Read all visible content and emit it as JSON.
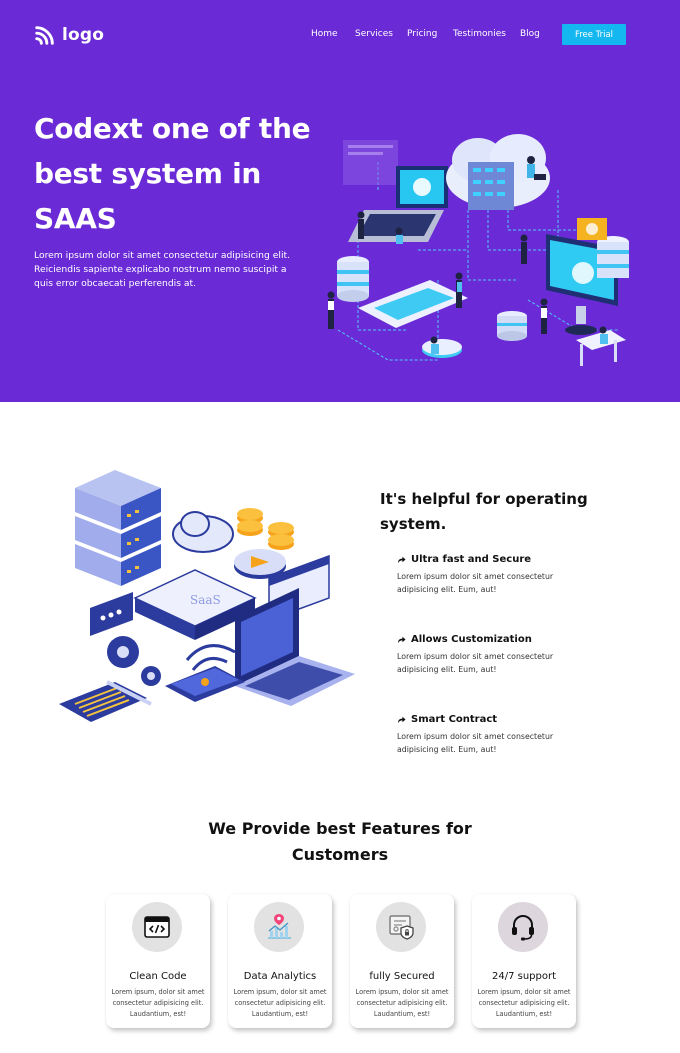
{
  "nav": {
    "logo_text": "logo",
    "links": [
      "Home",
      "Services",
      "Pricing",
      "Testimonies",
      "Blog"
    ],
    "cta": "Free Trial"
  },
  "hero": {
    "title": "Codext one of the best system in SAAS",
    "description": "Lorem ipsum dolor sit amet consectetur adipisicing elit. Reiciendis sapiente explicabo nostrum nemo suscipit a quis error obcaecati perferendis at."
  },
  "helpful": {
    "title": "It's helpful for operating system.",
    "illustration_label": "SaaS",
    "items": [
      {
        "title": "Ultra fast and Secure",
        "text": "Lorem ipsum dolor sit amet consectetur adipisicing elit. Eum, aut!"
      },
      {
        "title": "Allows Customization",
        "text": "Lorem ipsum dolor sit amet consectetur adipisicing elit. Eum, aut!"
      },
      {
        "title": "Smart Contract",
        "text": "Lorem ipsum dolor sit amet consectetur adipisicing elit. Eum, aut!"
      }
    ]
  },
  "features": {
    "title": "We Provide best Features for Customers",
    "cards": [
      {
        "title": "Clean Code",
        "text": "Lorem ipsum, dolor sit amet consectetur adipisicing elit. Laudantium, est!",
        "icon": "code-icon"
      },
      {
        "title": "Data Analytics",
        "text": "Lorem ipsum, dolor sit amet consectetur adipisicing elit. Laudantium, est!",
        "icon": "analytics-icon"
      },
      {
        "title": "fully Secured",
        "text": "Lorem ipsum, dolor sit amet consectetur adipisicing elit. Laudantium, est!",
        "icon": "security-icon"
      },
      {
        "title": "24/7 support",
        "text": "Lorem ipsum, dolor sit amet consectetur adipisicing elit. Laudantium, est!",
        "icon": "headset-icon"
      }
    ]
  },
  "colors": {
    "hero_bg": "#6a2bd6",
    "cta_bg": "#14b7f0",
    "text": "#111111"
  }
}
